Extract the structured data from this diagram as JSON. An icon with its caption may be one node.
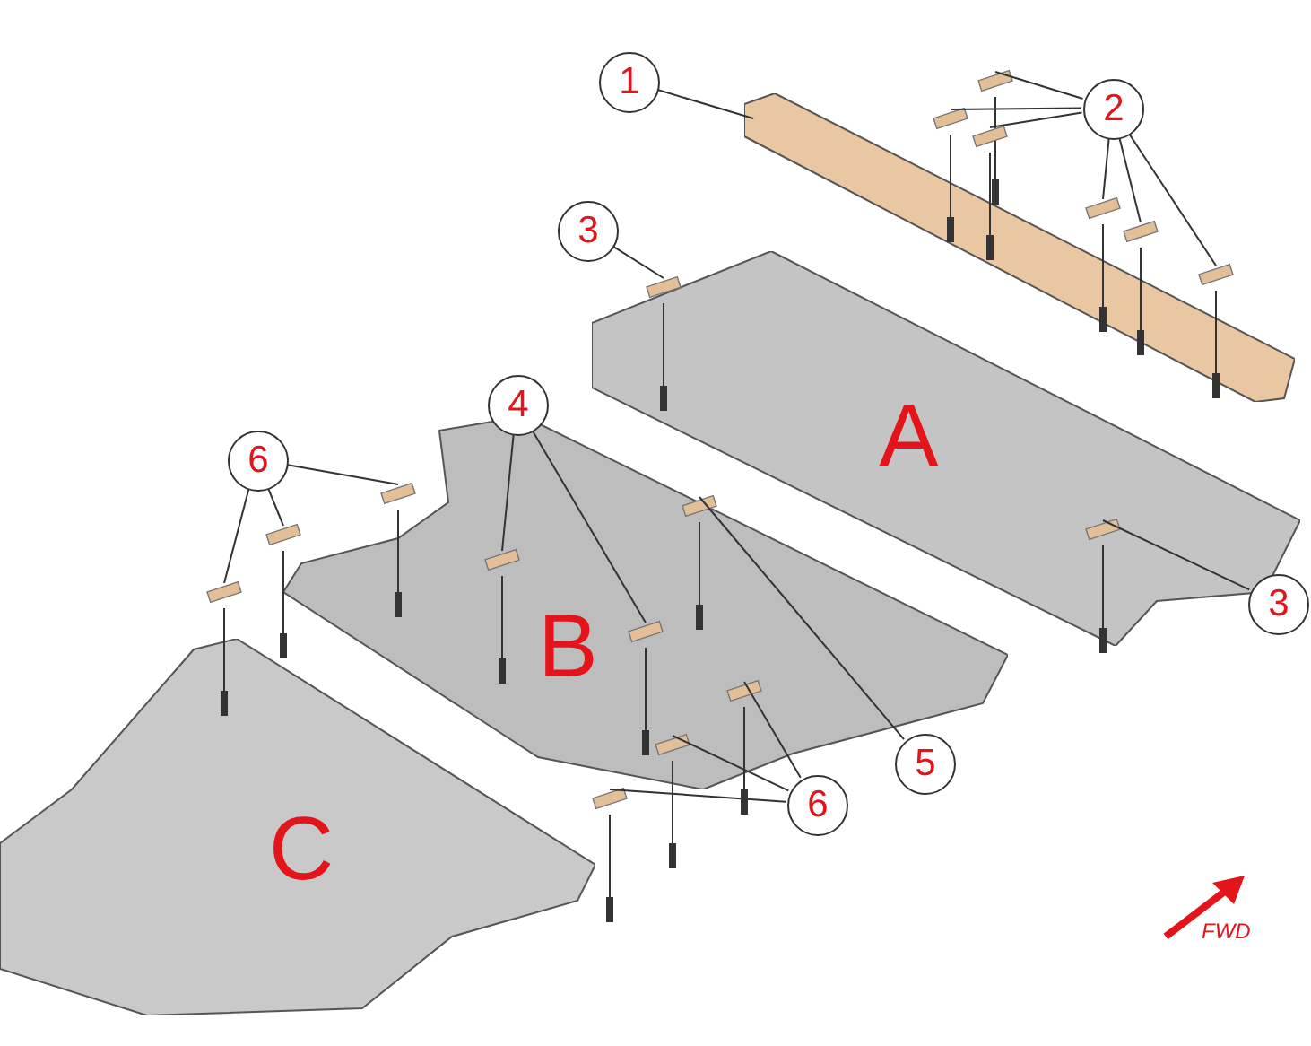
{
  "diagram": {
    "nodes": [
      {
        "text": [
          "1"
        ]
      },
      {
        "text": [],
        "shape": "bar"
      },
      {
        "text": [
          "2"
        ]
      },
      {
        "text": [
          "3"
        ]
      },
      {
        "text": [
          "4"
        ]
      },
      {
        "text": [
          "6"
        ]
      },
      {
        "text": [
          "A"
        ]
      },
      {
        "text": [
          "3"
        ]
      },
      {
        "text": [
          "B"
        ]
      },
      {
        "text": [
          "5"
        ]
      },
      {
        "text": [
          "6"
        ]
      },
      {
        "text": [
          "C"
        ]
      }
    ],
    "edges": [
      {
        "from": 0,
        "to": 1,
        "arrow": "none"
      },
      {
        "from": 2,
        "to": null,
        "arrow": "none"
      },
      {
        "from": 2,
        "to": null,
        "arrow": "none"
      },
      {
        "from": 2,
        "to": null,
        "arrow": "none"
      },
      {
        "from": 2,
        "to": null,
        "arrow": "none"
      },
      {
        "from": 2,
        "to": null,
        "arrow": "none"
      },
      {
        "from": 2,
        "to": null,
        "arrow": "none"
      },
      {
        "from": 3,
        "to": 6,
        "arrow": "none"
      },
      {
        "from": 4,
        "to": 8,
        "arrow": "none"
      },
      {
        "from": 4,
        "to": 8,
        "arrow": "none"
      },
      {
        "from": 5,
        "to": null,
        "arrow": "none"
      },
      {
        "from": 5,
        "to": 8,
        "arrow": "none"
      },
      {
        "from": 5,
        "to": 8,
        "arrow": "none"
      },
      {
        "from": 7,
        "to": 6,
        "arrow": "none"
      },
      {
        "from": 9,
        "to": 8,
        "arrow": "none"
      },
      {
        "from": 10,
        "to": 8,
        "arrow": "none"
      },
      {
        "from": 10,
        "to": 8,
        "arrow": "none"
      },
      {
        "from": 10,
        "to": 8,
        "arrow": "none"
      }
    ],
    "labels": [
      "FWD"
    ]
  }
}
